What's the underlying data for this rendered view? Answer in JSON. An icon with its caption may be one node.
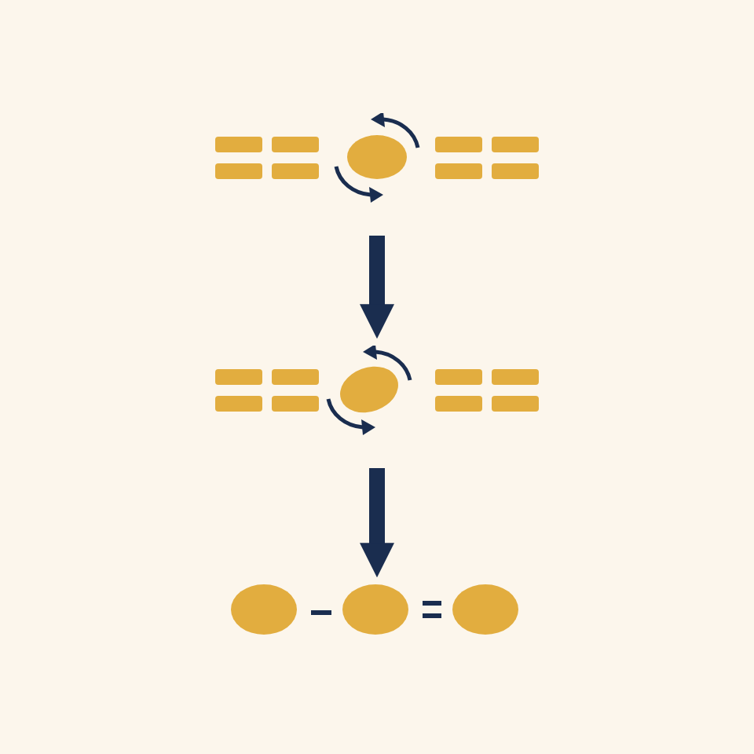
{
  "diagram": {
    "nodes": [
      {
        "text": [],
        "shape": "picture"
      },
      {
        "text": [],
        "shape": "picture"
      },
      {
        "text": [],
        "shape": "circle"
      },
      {
        "text": [],
        "shape": "circle"
      },
      {
        "text": [],
        "shape": "circle"
      }
    ],
    "edges": [
      {
        "from": 0,
        "to": 1,
        "arrow": "to",
        "style": "thick"
      },
      {
        "from": 1,
        "to": 3,
        "arrow": "to",
        "style": "thick"
      },
      {
        "from": 2,
        "to": 3,
        "arrow": "none"
      },
      {
        "from": 3,
        "to": 4,
        "arrow": "none"
      },
      {
        "from": 3,
        "to": 4,
        "arrow": "none"
      }
    ]
  }
}
